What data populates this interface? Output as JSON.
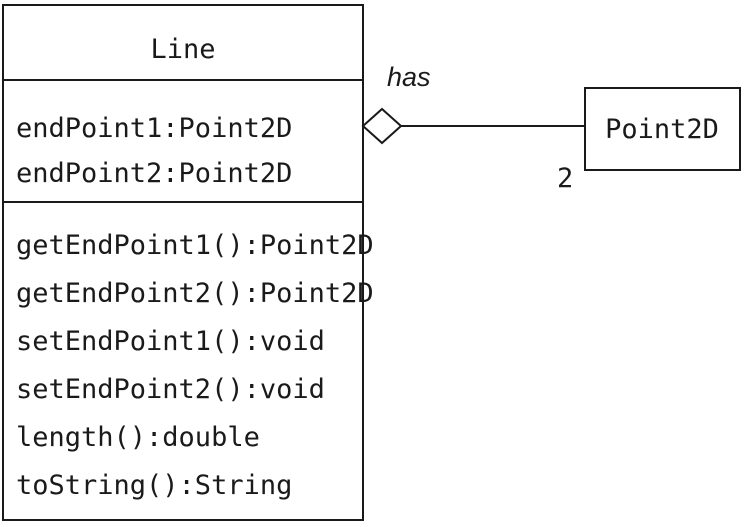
{
  "line_class": {
    "name": "Line",
    "attributes": [
      "endPoint1:Point2D",
      "endPoint2:Point2D"
    ],
    "operations": [
      "getEndPoint1():Point2D",
      "getEndPoint2():Point2D",
      "setEndPoint1():void",
      "setEndPoint2():void",
      "length():double",
      "toString():String"
    ]
  },
  "point_class": {
    "name": "Point2D"
  },
  "association": {
    "type": "aggregation",
    "label": "has",
    "multiplicity": "2"
  },
  "colors": {
    "stroke": "#1a1a1a",
    "background": "#ffffff"
  }
}
